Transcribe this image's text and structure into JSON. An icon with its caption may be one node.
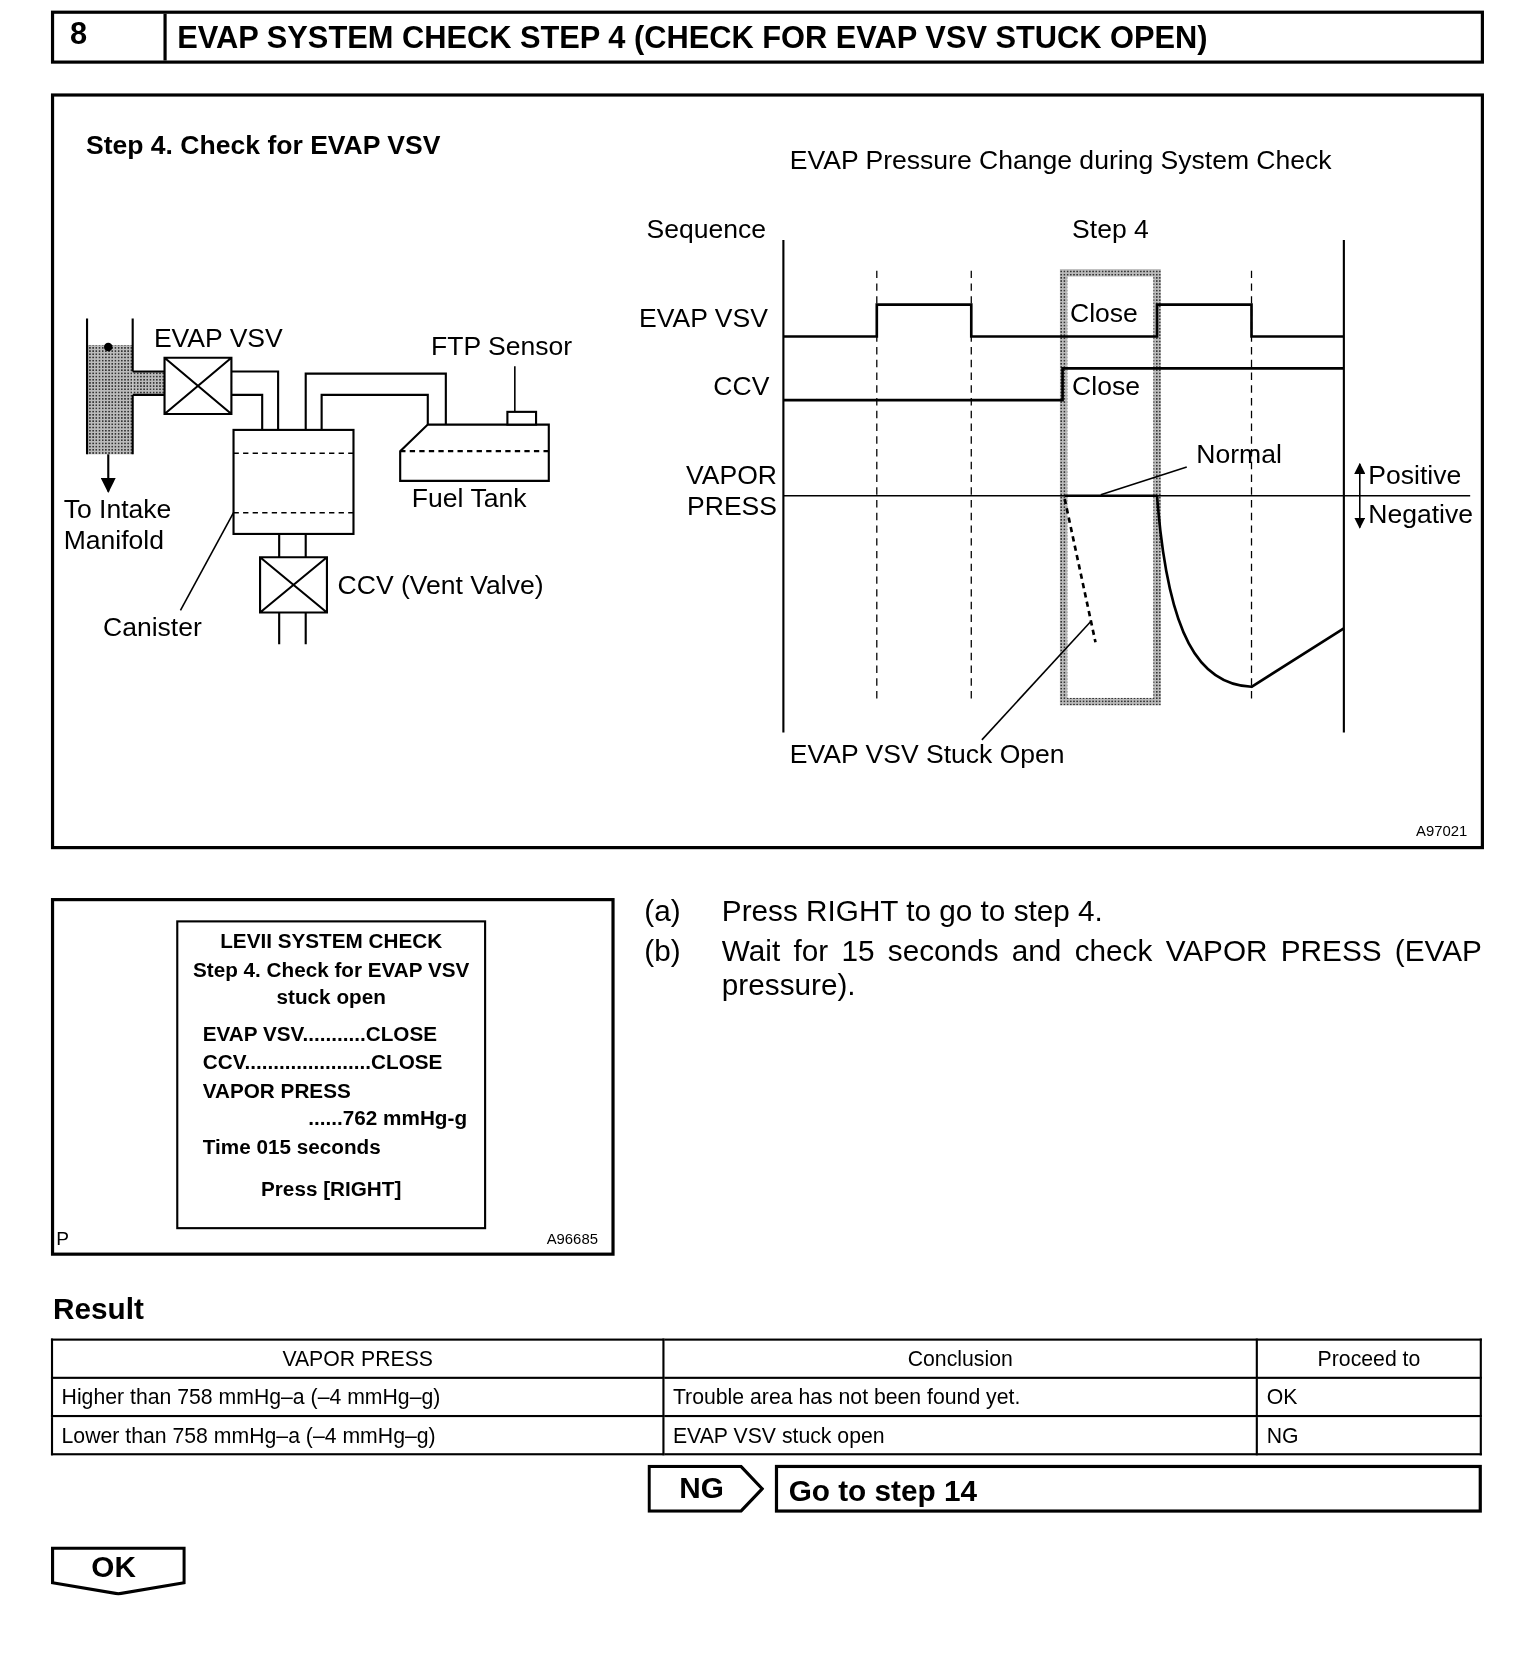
{
  "diagram": {
    "title": "EVAP SYSTEM CHECK STEP 4 (CHECK FOR EVAP VSV STUCK OPEN)",
    "nodes": [
      {
        "text": [
          "FTP Sensor"
        ]
      },
      {
        "text": [],
        "shape": "box"
      },
      {
        "text": [
          "Canister"
        ]
      },
      {
        "text": [],
        "shape": "box"
      },
      {
        "text": [
          "Normal"
        ]
      },
      {
        "text": [
          "EVAP VSV Stuck Open"
        ]
      },
      {
        "text": [
          "LEVII SYSTEM CHECK",
          "Step 4. Check for EVAP VSV stuck open",
          "EVAP VSV...........CLOSE",
          "CCV......................CLOSE",
          "VAPOR PRESS",
          "......762 mmHg-g",
          "Time  015 seconds",
          "Press [RIGHT]"
        ]
      },
      {
        "text": [
          "NG"
        ]
      },
      {
        "text": [
          "Go to step 14"
        ]
      },
      {
        "text": [
          "OK"
        ]
      },
      {
        "text": [],
        "shape": "line"
      },
      {
        "text": [],
        "shape": "line"
      }
    ],
    "edges": [
      {
        "from": 0,
        "to": 1,
        "arrow": "none"
      },
      {
        "from": 2,
        "to": 3,
        "arrow": "none"
      },
      {
        "from": 4,
        "to": 10,
        "arrow": "none"
      },
      {
        "from": 5,
        "to": 11,
        "arrow": "none"
      }
    ],
    "labels": [
      "8",
      "Step 4. Check for EVAP VSV",
      "EVAP Pressure Change during System Check",
      "Sequence",
      "Step 4",
      "EVAP VSV",
      "EVAP VSV",
      "CCV",
      "Close",
      "Close",
      "VAPOR PRESS",
      "Positive",
      "Negative",
      "To Intake Manifold",
      "Fuel Tank",
      "CCV (Vent Valve)",
      "A97021",
      "P",
      "A96685",
      "(a)",
      "Press RIGHT to go to step 4.",
      "(b)",
      "Wait for 15 seconds and check VAPOR PRESS (EVAP pressure).",
      "Result",
      "VAPOR PRESS",
      "Conclusion",
      "Proceed to",
      "Higher than 758 mmHg–a (–4 mmHg–g)",
      "Trouble area has not been found yet.",
      "OK",
      "Lower than 758 mmHg–a (–4 mmHg–g)",
      "EVAP VSV stuck open",
      "NG"
    ]
  }
}
